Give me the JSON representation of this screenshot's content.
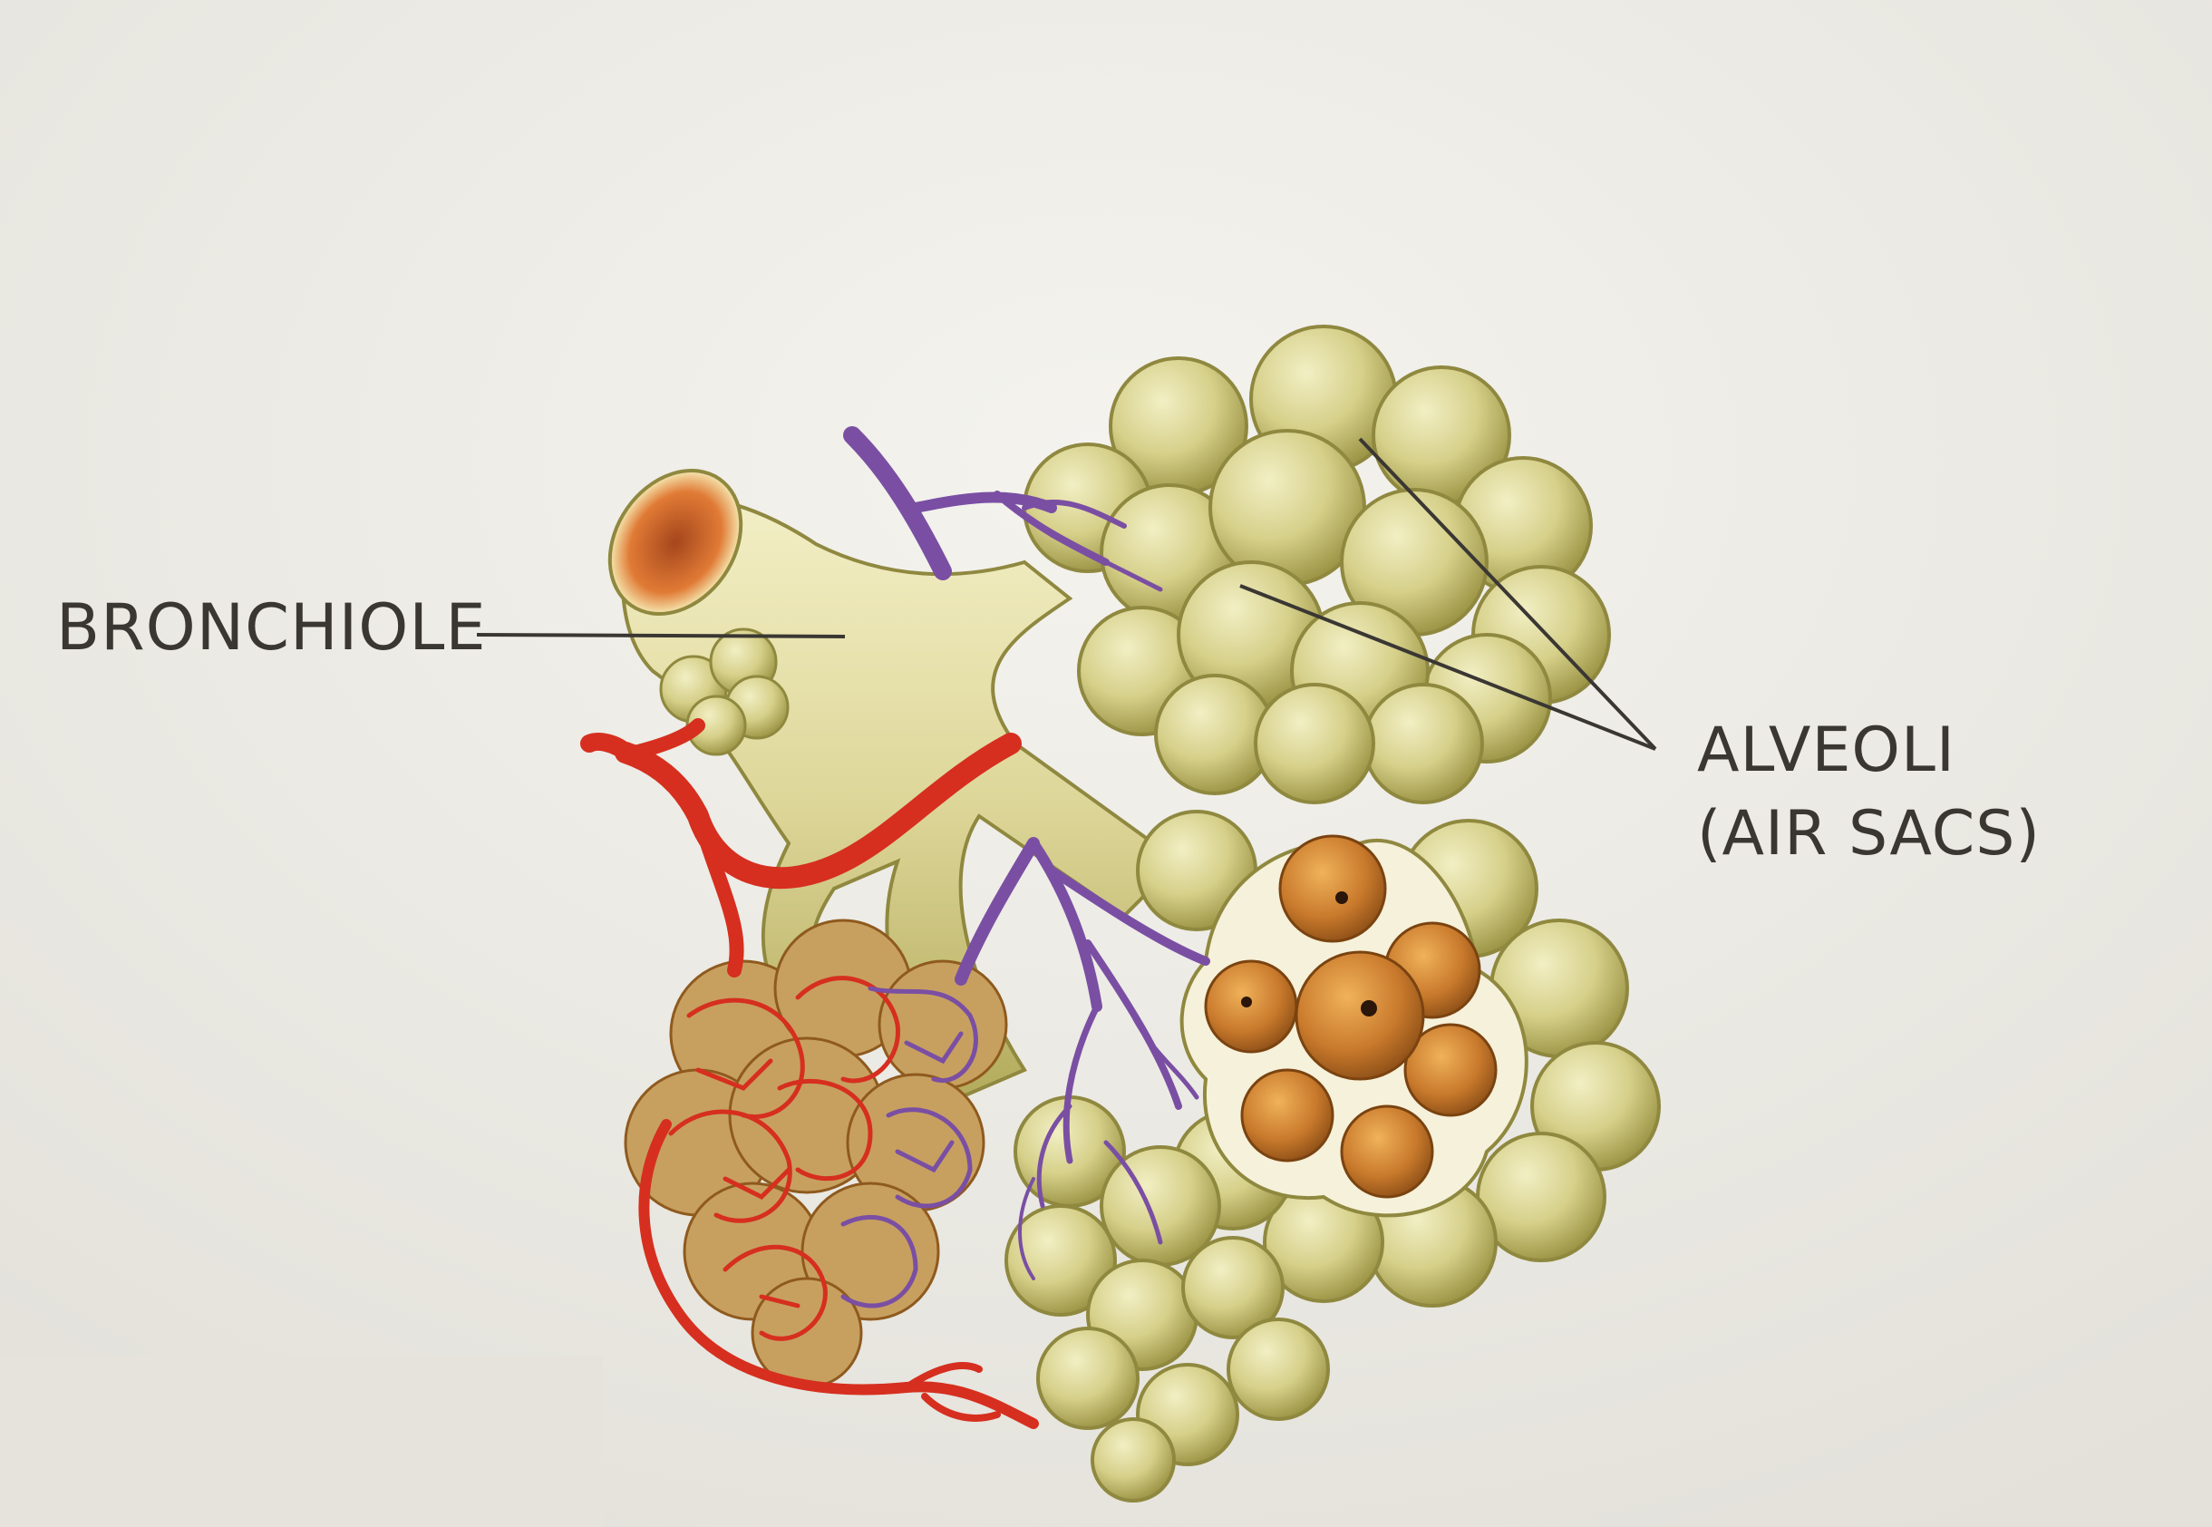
{
  "diagram": {
    "labels": {
      "bronchiole": "BRONCHIOLE",
      "alveoli_line1": "ALVEOLI",
      "alveoli_line2": "(AIR SACS)"
    },
    "colors": {
      "paper": "#ecebe6",
      "alveolus_fill": "#d8d38a",
      "alveolus_shade": "#a9a24f",
      "bronchiole_fill": "#e2dc9c",
      "artery": "#d62f1f",
      "vein": "#7a4fa3",
      "cutaway_interior": "#c97a2c",
      "label_text": "#3a3733"
    }
  }
}
